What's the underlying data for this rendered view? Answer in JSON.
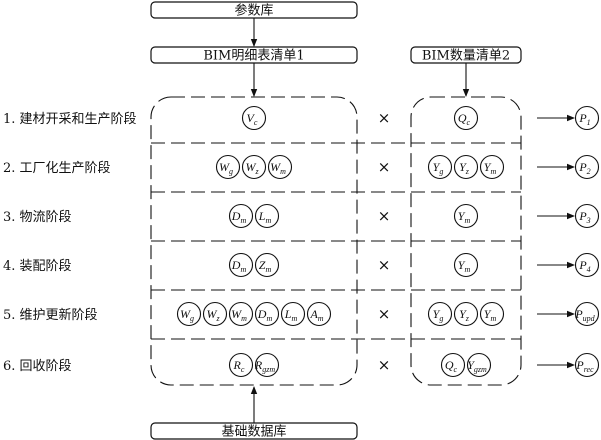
{
  "boxes": {
    "param_db": "参数库",
    "bim_list1": "BIM明细表清单1",
    "bim_list2": "BIM数量清单2",
    "base_db": "基础数据库"
  },
  "stages": [
    {
      "label": "1. 建材开采和生产阶段",
      "left": [
        {
          "s": "V",
          "sub": "c"
        }
      ],
      "right": [
        {
          "s": "Q",
          "sub": "c"
        }
      ],
      "out": {
        "s": "P",
        "sub": "1"
      }
    },
    {
      "label": "2. 工厂化生产阶段",
      "left": [
        {
          "s": "W",
          "sub": "g"
        },
        {
          "s": "W",
          "sub": "z"
        },
        {
          "s": "W",
          "sub": "m"
        }
      ],
      "right": [
        {
          "s": "Y",
          "sub": "g"
        },
        {
          "s": "Y",
          "sub": "z"
        },
        {
          "s": "Y",
          "sub": "m"
        }
      ],
      "out": {
        "s": "P",
        "sub": "2"
      }
    },
    {
      "label": "3. 物流阶段",
      "left": [
        {
          "s": "D",
          "sub": "m"
        },
        {
          "s": "L",
          "sub": "m"
        }
      ],
      "right": [
        {
          "s": "Y",
          "sub": "m"
        }
      ],
      "out": {
        "s": "P",
        "sub": "3"
      }
    },
    {
      "label": "4. 装配阶段",
      "left": [
        {
          "s": "D",
          "sub": "m"
        },
        {
          "s": "Z",
          "sub": "m"
        }
      ],
      "right": [
        {
          "s": "Y",
          "sub": "m"
        }
      ],
      "out": {
        "s": "P",
        "sub": "4"
      }
    },
    {
      "label": "5. 维护更新阶段",
      "left": [
        {
          "s": "W",
          "sub": "g"
        },
        {
          "s": "W",
          "sub": "z"
        },
        {
          "s": "W",
          "sub": "m"
        },
        {
          "s": "D",
          "sub": "m"
        },
        {
          "s": "L",
          "sub": "m"
        },
        {
          "s": "A",
          "sub": "m"
        }
      ],
      "right": [
        {
          "s": "Y",
          "sub": "g"
        },
        {
          "s": "Y",
          "sub": "z"
        },
        {
          "s": "Y",
          "sub": "m"
        }
      ],
      "out": {
        "s": "P",
        "sub": "upd"
      }
    },
    {
      "label": "6. 回收阶段",
      "left": [
        {
          "s": "R",
          "sub": "c"
        },
        {
          "s": "R",
          "sub": "gzm"
        }
      ],
      "right": [
        {
          "s": "Q",
          "sub": "c"
        },
        {
          "s": "Y",
          "sub": "gzm"
        }
      ],
      "out": {
        "s": "P",
        "sub": "rec"
      }
    }
  ],
  "operator": "×"
}
